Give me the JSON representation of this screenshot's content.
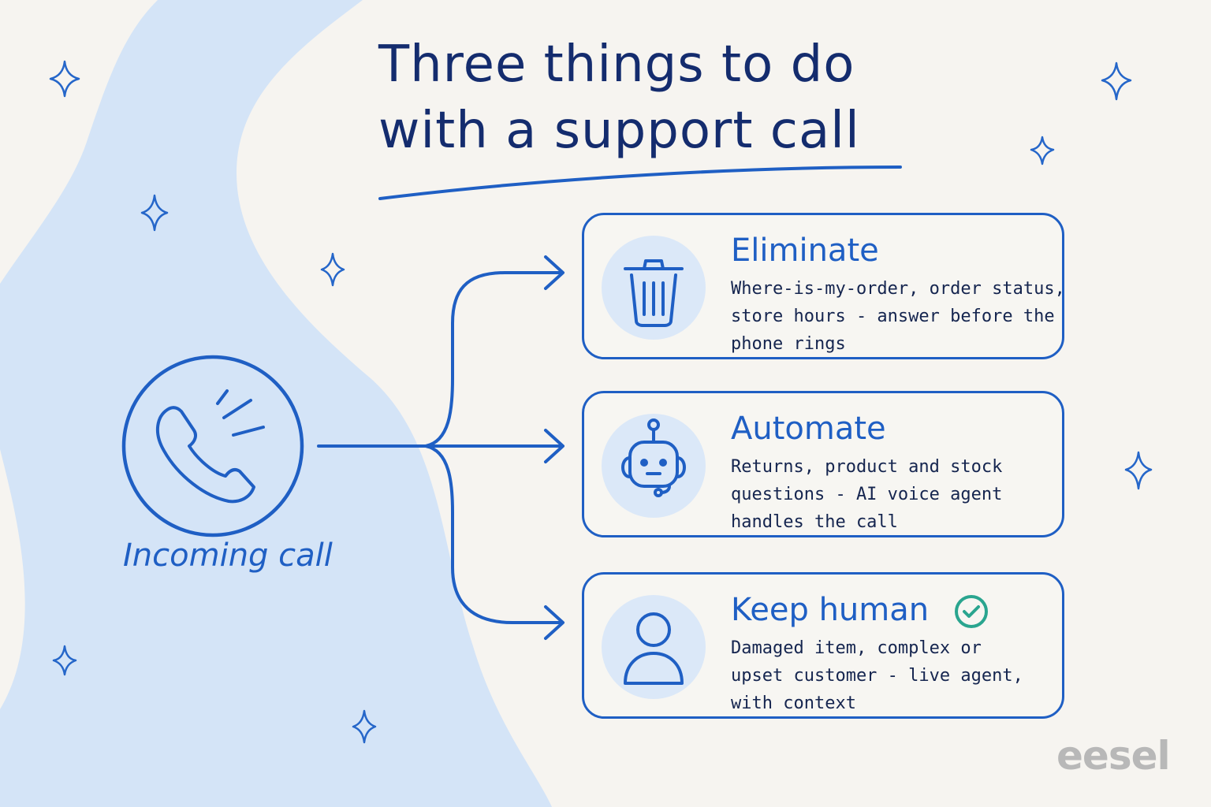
{
  "title": {
    "line1": "Three things to do",
    "line2": "with a support call"
  },
  "incoming": {
    "label": "Incoming call",
    "icon": "phone-icon"
  },
  "options": [
    {
      "title": "Eliminate",
      "icon": "trash-icon",
      "lines": [
        "Where-is-my-order, order status,",
        "store hours - answer before the",
        "phone rings"
      ]
    },
    {
      "title": "Automate",
      "icon": "robot-icon",
      "lines": [
        "Returns, product and stock",
        "questions - AI voice agent",
        "handles the call"
      ]
    },
    {
      "title": "Keep human",
      "icon": "person-icon",
      "badge_icon": "check-circle-icon",
      "lines": [
        "Damaged item, complex or",
        "upset customer - live agent,",
        "with context"
      ]
    }
  ],
  "brand": "eesel",
  "colors": {
    "accent": "#1f5fc4",
    "title": "#142c6e",
    "background": "#f6f4f0",
    "wave": "#d4e4f7",
    "check": "#2aa58f"
  }
}
